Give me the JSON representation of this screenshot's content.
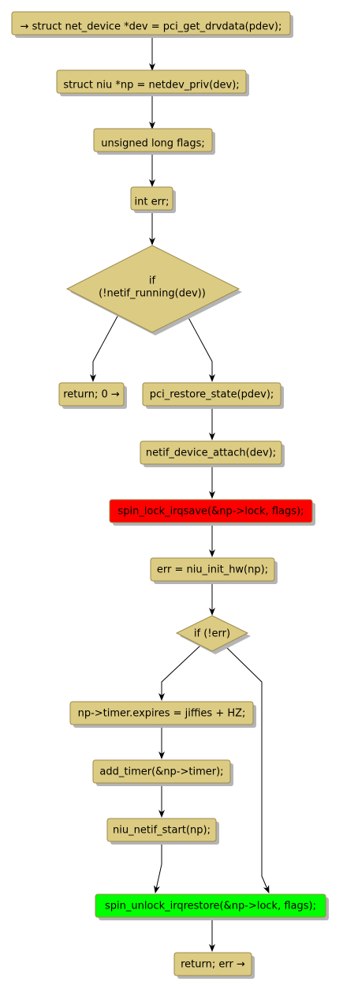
{
  "colors": {
    "node_fill": "#dccb82",
    "node_stroke": "#9b8a4d",
    "shadow": "#b4b4b4",
    "red_fill": "#ff0000",
    "green_fill": "#00ff00",
    "edge": "#000000",
    "background": "#ffffff"
  },
  "nodes": {
    "n1": {
      "label": "→ struct net_device *dev = pci_get_drvdata(pdev);",
      "shape": "box"
    },
    "n2": {
      "label": "struct niu *np = netdev_priv(dev);",
      "shape": "box"
    },
    "n3": {
      "label": "unsigned long flags;",
      "shape": "box"
    },
    "n4": {
      "label": "int err;",
      "shape": "box"
    },
    "d1": {
      "line1": "if",
      "line2": "(!netif_running(dev))",
      "shape": "diamond"
    },
    "n5": {
      "label": "return; 0 →",
      "shape": "box"
    },
    "n6": {
      "label": "pci_restore_state(pdev);",
      "shape": "box"
    },
    "n7": {
      "label": "netif_device_attach(dev);",
      "shape": "box"
    },
    "n8": {
      "label": "spin_lock_irqsave(&np->lock, flags);",
      "shape": "box",
      "highlight": "red"
    },
    "n9": {
      "label": "err = niu_init_hw(np);",
      "shape": "box"
    },
    "d2": {
      "label": "if (!err)",
      "shape": "diamond"
    },
    "n10": {
      "label": "np->timer.expires = jiffies + HZ;",
      "shape": "box"
    },
    "n11": {
      "label": "add_timer(&np->timer);",
      "shape": "box"
    },
    "n12": {
      "label": "niu_netif_start(np);",
      "shape": "box"
    },
    "n13": {
      "label": "spin_unlock_irqrestore(&np->lock, flags);",
      "shape": "box",
      "highlight": "green"
    },
    "n14": {
      "label": "return; err →",
      "shape": "box"
    }
  }
}
